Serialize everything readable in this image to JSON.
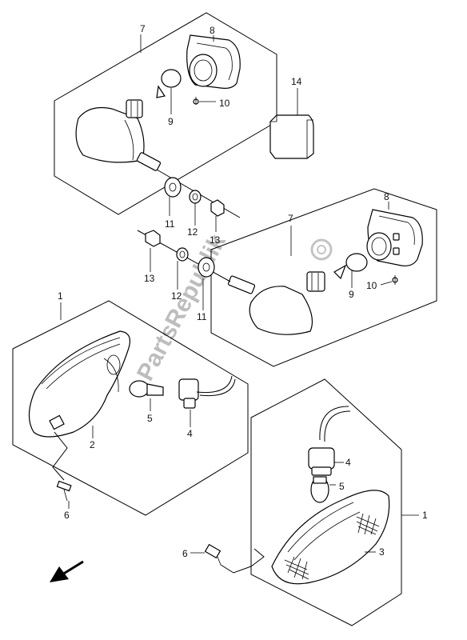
{
  "labels": {
    "l7a": "7",
    "l8a": "8",
    "l9a": "9",
    "l10a": "10",
    "l14": "14",
    "l11a": "11",
    "l12a": "12",
    "l13a": "13",
    "l7b": "7",
    "l8b": "8",
    "l9b": "9",
    "l10b": "10",
    "l13b": "13",
    "l12b": "12",
    "l11b": "11",
    "l1a": "1",
    "l2": "2",
    "l5a": "5",
    "l4a": "4",
    "l6a": "6",
    "l4b": "4",
    "l5b": "5",
    "l1b": "1",
    "l3": "3",
    "l6b": "6"
  },
  "watermark": "PartsRepublik"
}
